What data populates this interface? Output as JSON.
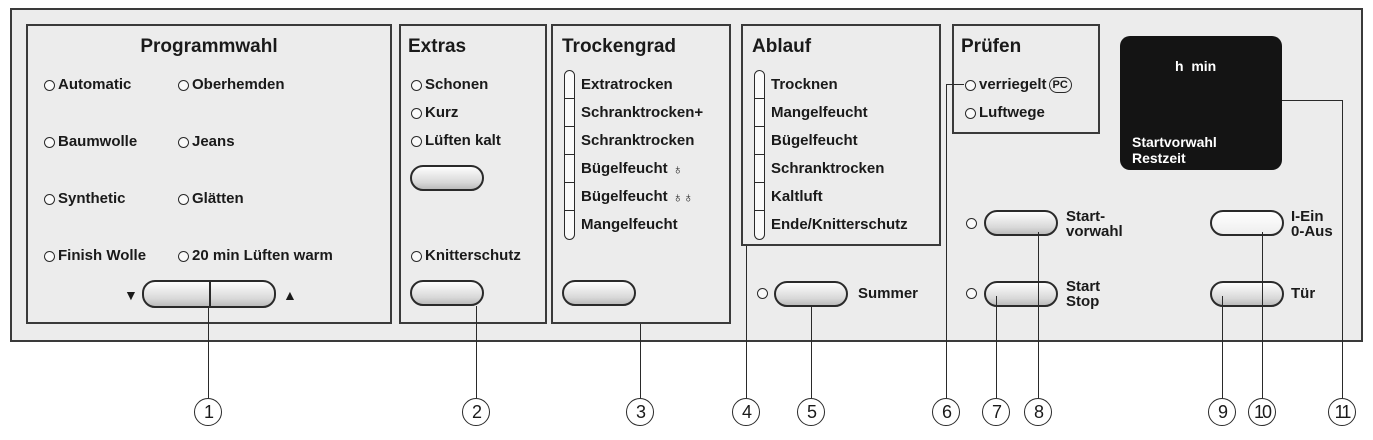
{
  "program": {
    "title": "Programmwahl",
    "items": [
      "Automatic",
      "Oberhemden",
      "Baumwolle",
      "Jeans",
      "Synthetic",
      "Glätten",
      "Finish Wolle",
      "20 min Lüften warm"
    ],
    "arrow_down": "▼",
    "arrow_up": "▲"
  },
  "extras": {
    "title": "Extras",
    "items": [
      "Schonen",
      "Kurz",
      "Lüften kalt"
    ],
    "knitterschutz": "Knitterschutz"
  },
  "trocken": {
    "title": "Trockengrad",
    "items": [
      "Extratrocken",
      "Schranktrocken+",
      "Schranktrocken",
      "Bügelfeucht",
      "Bügelfeucht",
      "Mangelfeucht"
    ],
    "drop_single": "♁",
    "drop_double": "♁♁"
  },
  "ablauf": {
    "title": "Ablauf",
    "items": [
      "Trocknen",
      "Mangelfeucht",
      "Bügelfeucht",
      "Schranktrocken",
      "Kaltluft",
      "Ende/Knitterschutz"
    ]
  },
  "summer": {
    "label": "Summer"
  },
  "pruefen": {
    "title": "Prüfen",
    "items": [
      "verriegelt",
      "Luftwege"
    ],
    "pc_badge": "PC"
  },
  "display": {
    "units": "h  min",
    "line1": "Startvorwahl",
    "line2": "Restzeit"
  },
  "buttons": {
    "startvorwahl_1": "Start-",
    "startvorwahl_2": "vorwahl",
    "startstop_1": "Start",
    "startstop_2": "Stop",
    "power_1": "I-Ein",
    "power_2": "0-Aus",
    "tuer": "Tür"
  },
  "callouts": [
    "1",
    "2",
    "3",
    "4",
    "5",
    "6",
    "7",
    "8",
    "9",
    "10",
    "11"
  ]
}
